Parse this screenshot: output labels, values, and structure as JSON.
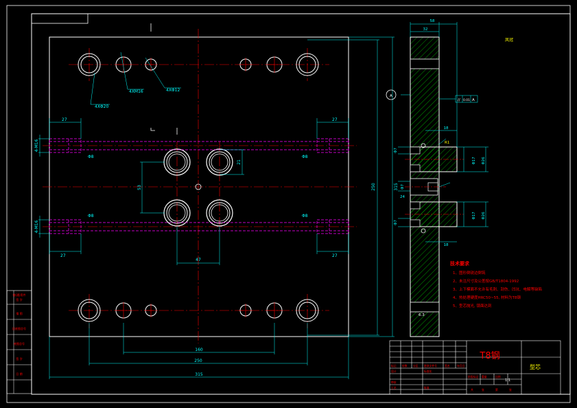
{
  "drawing": {
    "material": "T8钢",
    "part_name": "型芯",
    "scale_value": "1:1",
    "corner_mark": "凤冠"
  },
  "tech_requirements": {
    "title": "技术要求",
    "items": [
      "1、图形倒锐边倒钝",
      "2、未注尺寸及公差按GB/T1804-1992",
      "3、上下模面不允许有毛刺、刮伤、凹坑、电解等缺陷",
      "4、热处理硬度HRC50~55, 材料为T8钢",
      "5、型芯抛光, 镜面达到"
    ]
  },
  "front_view": {
    "dims": {
      "overall_width": "315",
      "inner_width": "250",
      "bolt_spacing": "160",
      "cavity_pitch": "47",
      "overall_height": "315",
      "inner_height": "250",
      "cavity_vpitch": "53",
      "cavity_dia": "21",
      "cooling_end_left_top": "27",
      "cooling_end_right_top": "27",
      "cooling_end_left_bottom": "27",
      "cooling_end_right_bottom": "27",
      "cool_dia_top_left": "Φ8",
      "cool_dia_top_right": "Φ8",
      "cool_dia_bottom_left": "Φ8",
      "cool_dia_bottom_right": "Φ8",
      "thread_top": "4-M16",
      "thread_bottom": "4-M16"
    },
    "leaders": {
      "guide_holes": "4XΦ20",
      "screw_holes": "4XM16",
      "pin_holes": "4XΦ12"
    }
  },
  "side_view": {
    "dims": {
      "total_thickness": "58",
      "core_thickness": "32",
      "step1": "18",
      "step2": "18",
      "boss_dia_top": "Φ17",
      "boss_dia_top2": "Φ26",
      "boss_dia_bot": "Φ17",
      "boss_dia_bot2": "Φ26",
      "small_a": "Φ7",
      "small_b": "Φ7",
      "small_c": "Φ7",
      "depth_24": "24",
      "radius_note": "R1",
      "base_note": "6.3"
    },
    "gdt": {
      "symbol": "//",
      "tolerance": "0.01",
      "datum": "A"
    },
    "datum_label": "A"
  },
  "title_block": {
    "left_table": [
      "借(通)用件",
      "签  字",
      "描  图",
      "旧底图总号",
      "底图总号",
      "签  字",
      "日  期"
    ],
    "row_labels": [
      "标记",
      "处数",
      "分区",
      "更改文件号",
      "签名",
      "年月日"
    ],
    "design_rows": [
      "设计",
      "审核",
      "工艺",
      "标准化",
      "批准"
    ],
    "stage_labels": [
      "阶段标记",
      "重量",
      "比例"
    ],
    "sheet_labels": [
      "共",
      "张",
      "第",
      "张"
    ]
  },
  "colors": {
    "frame": "#ffffff",
    "outline": "#ffffff",
    "dimension": "#00ffff",
    "centerline": "#ff0000",
    "hidden": "#ff00ff",
    "hatch": "#00ff00",
    "text_red": "#ff0000",
    "text_yellow": "#ffff00",
    "text_cyan": "#00ffff"
  }
}
